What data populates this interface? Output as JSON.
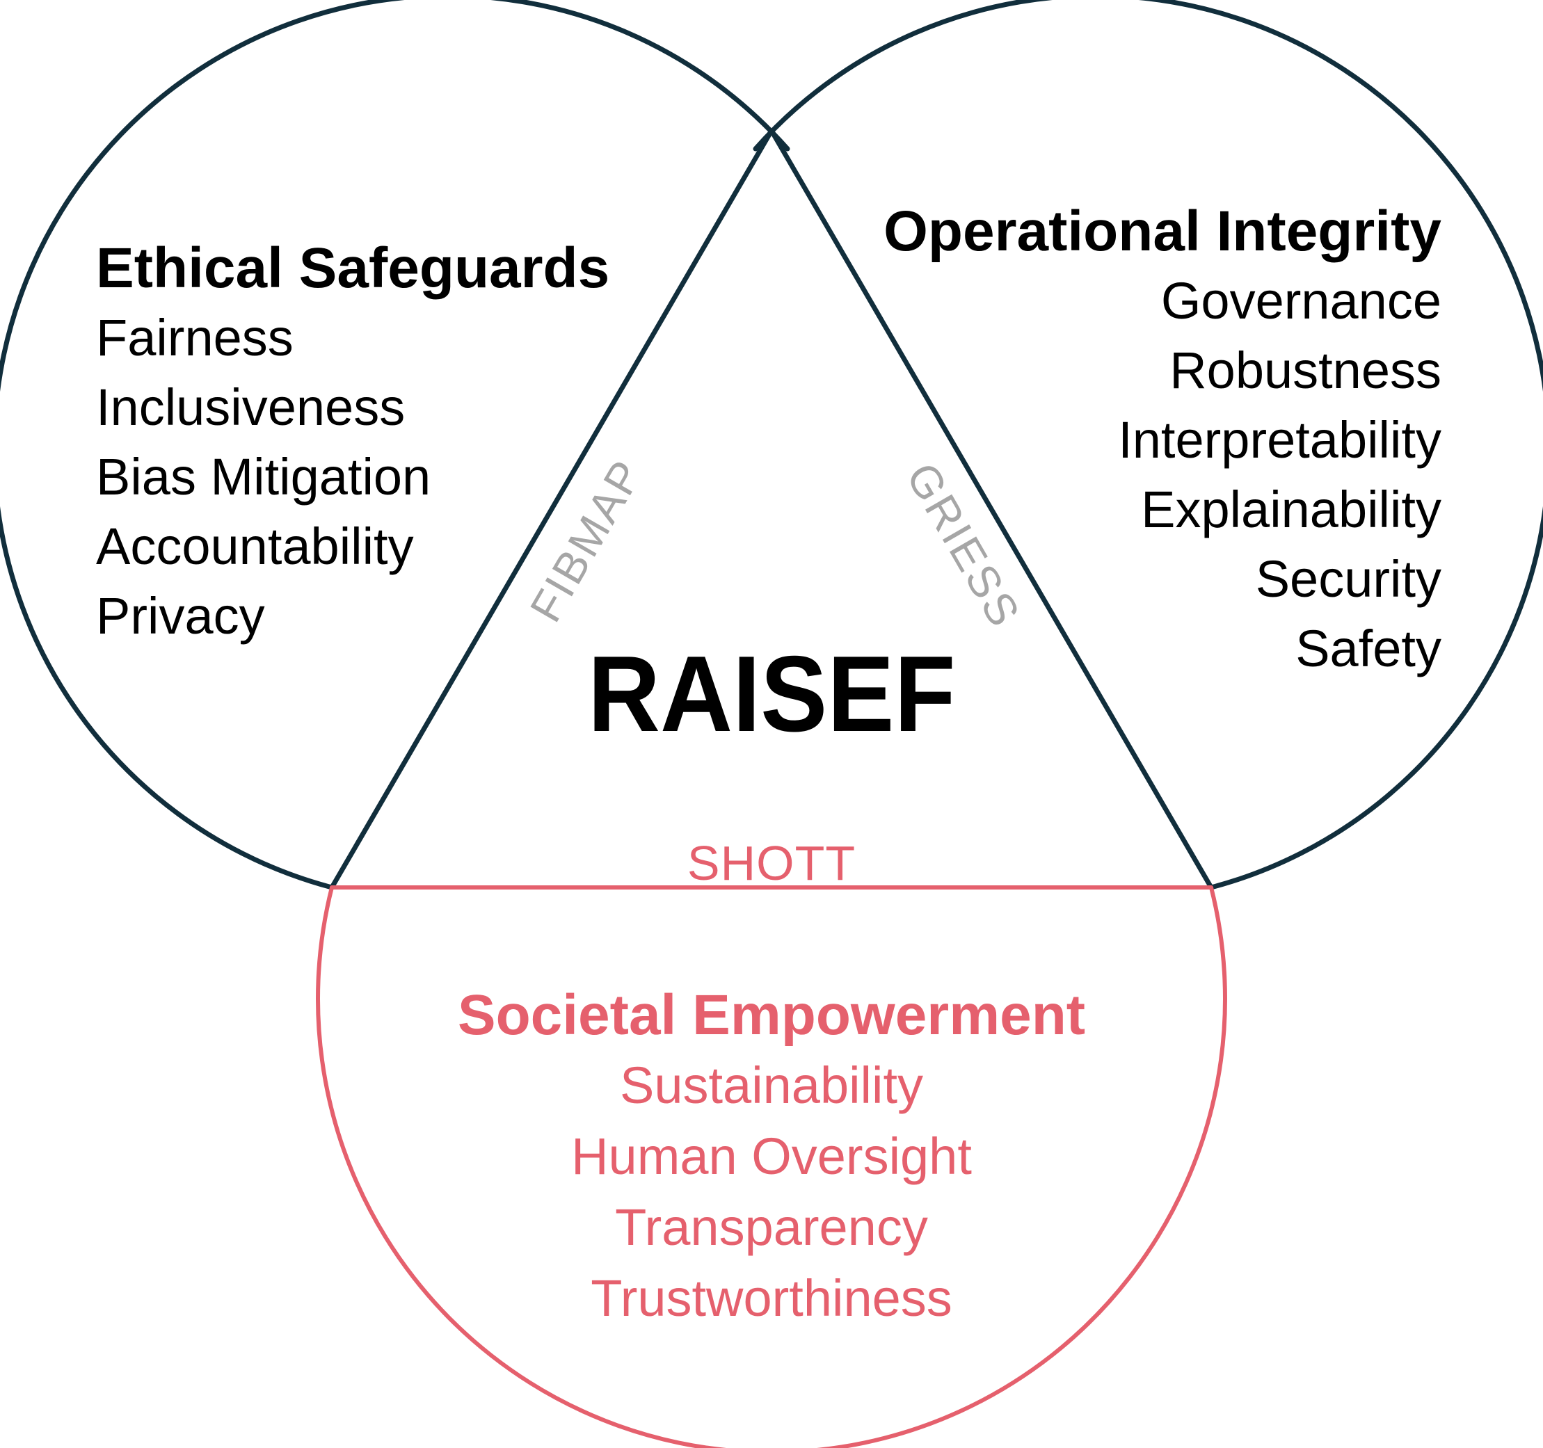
{
  "title": "RAISEF",
  "center": {
    "label": "RAISEF"
  },
  "colors": {
    "navy": "#112E3C",
    "red": "#E5606D",
    "gray": "#A6A6A6",
    "text": "#000000",
    "background": "#FFFFFF"
  },
  "circles": [
    {
      "id": "ethical-safeguards",
      "heading": "Ethical Safeguards",
      "items": [
        "Fairness",
        "Inclusiveness",
        "Bias Mitigation",
        "Accountability",
        "Privacy"
      ],
      "edge_label": "FIBMAP"
    },
    {
      "id": "operational-integrity",
      "heading": "Operational Integrity",
      "items": [
        "Governance",
        "Robustness",
        "Interpretability",
        "Explainability",
        "Security",
        "Safety"
      ],
      "edge_label": "GRIESS"
    },
    {
      "id": "societal-empowerment",
      "heading": "Societal Empowerment",
      "items": [
        "Sustainability",
        "Human Oversight",
        "Transparency",
        "Trustworthiness"
      ],
      "edge_label": "SHOTT"
    }
  ]
}
